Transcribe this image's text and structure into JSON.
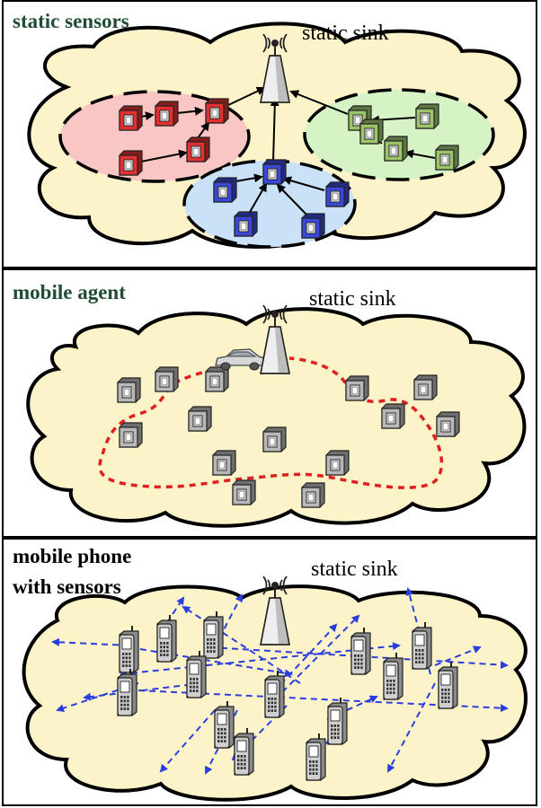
{
  "panels": [
    {
      "title": "static sensors",
      "sink_label": "static sink"
    },
    {
      "title": "mobile agent",
      "sink_label": "static sink"
    },
    {
      "title_line1": "mobile phone",
      "title_line2": "with sensors",
      "sink_label": "static sink"
    }
  ],
  "colors": {
    "cloud_fill": "#fdf3c8",
    "cluster_red": "#f9c6c4",
    "cluster_green": "#d6f3c6",
    "cluster_blue": "#c9e2f7",
    "sensor_red": "#e03030",
    "sensor_green": "#9cc46a",
    "sensor_blue": "#3a48d6",
    "sensor_gray": "#b8b8b8",
    "agent_path": "#e02020",
    "phone_links": "#2a3ee0",
    "title_green": "#1f4d33"
  },
  "icons": [
    "antenna-tower-icon",
    "sensor-node-icon",
    "car-icon",
    "mobile-phone-icon"
  ]
}
